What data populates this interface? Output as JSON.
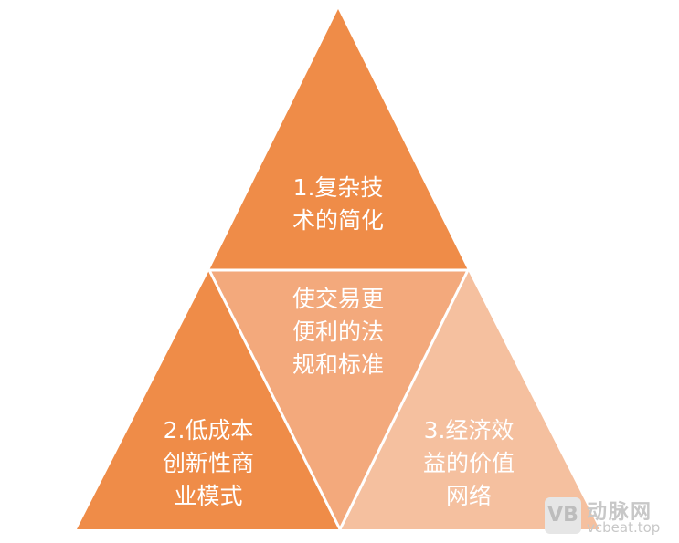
{
  "segments": {
    "top": {
      "lines": [
        "1.复杂技",
        "术的简化"
      ],
      "color": "#ef8c48"
    },
    "center": {
      "lines": [
        "使交易更",
        "便利的法",
        "规和标准"
      ],
      "color": "#f3a97c"
    },
    "left": {
      "lines": [
        "2.低成本",
        "创新性商",
        "业模式"
      ],
      "color": "#ef8c48"
    },
    "right": {
      "lines": [
        "3.经济效",
        "益的价值",
        "网络"
      ],
      "color": "#f5c09f"
    }
  },
  "watermark": {
    "logo_text": "VB",
    "brand": "动脉网",
    "url": "vcbeat.top"
  },
  "colors": {
    "divider": "#ffffff",
    "background": "#ffffff"
  }
}
